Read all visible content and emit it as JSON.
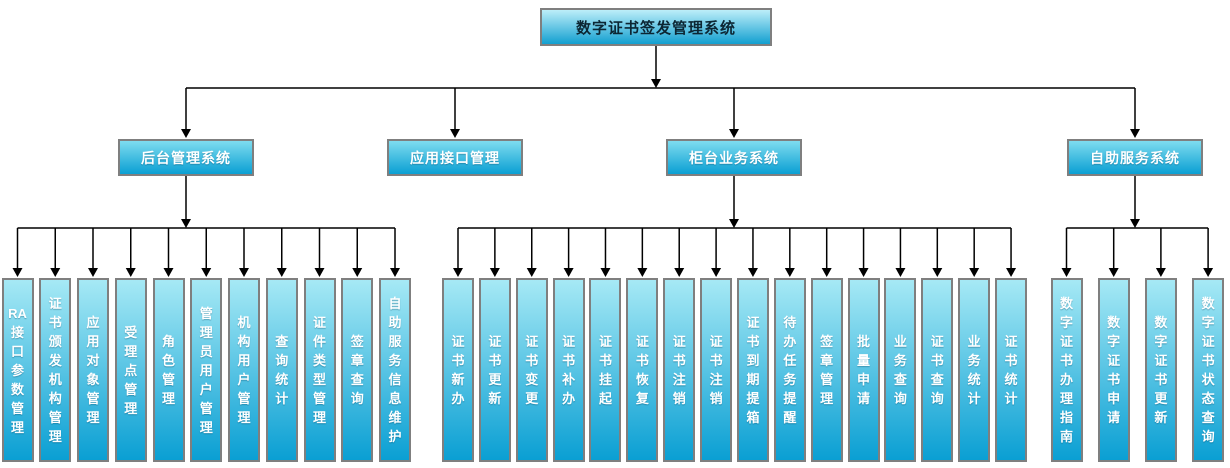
{
  "diagram": {
    "root": {
      "label": "数字证书签发管理系统"
    },
    "branches": [
      {
        "label": "后台管理系统",
        "children": [
          "RA接口参数管理",
          "证书颁发机构管理",
          "应用对象管理",
          "受理点管理",
          "角色管理",
          "管理员用户管理",
          "机构用户管理",
          "查询统计",
          "证件类型管理",
          "签章查询",
          "自助服务信息维护"
        ]
      },
      {
        "label": "应用接口管理",
        "children": []
      },
      {
        "label": "柜台业务系统",
        "children": [
          "证书新办",
          "证书更新",
          "证书变更",
          "证书补办",
          "证书挂起",
          "证书恢复",
          "证书注销",
          "证书注销",
          "证书到期提箱",
          "待办任务提醒",
          "签章管理",
          "批量申请",
          "业务查询",
          "证书查询",
          "业务统计",
          "证书统计"
        ]
      },
      {
        "label": "自助服务系统",
        "children": [
          "数字证书办理指南",
          "数字证书申请",
          "数字证书更新",
          "数字证书状态查询"
        ]
      }
    ],
    "colors": {
      "root_top": "#bdeef9",
      "root_bottom": "#129fd0",
      "branch_top": "#7edcef",
      "branch_bottom": "#0a9fd3",
      "leaf_top": "#a6e9f5",
      "leaf_bottom": "#0a9fd3",
      "border": "#7f7f7f",
      "root_text": "#0c2633",
      "text": "#ffffff",
      "line": "#000000"
    }
  }
}
